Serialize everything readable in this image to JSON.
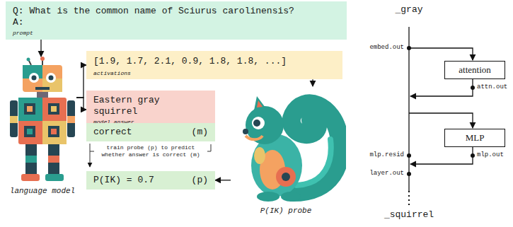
{
  "diagram": {
    "nodes": [
      {
        "text": [
          "Q: What is the common name of Sciurus carolinensis?",
          "A:",
          "prompt"
        ]
      },
      {
        "text": [
          "language model"
        ]
      },
      {
        "text": [
          "[1.9, 1.7, 2.1, 0.9, 1.8, 1.8, ...]",
          "activations"
        ]
      },
      {
        "text": [
          "Eastern gray squirrel",
          "model answer"
        ]
      },
      {
        "text": [
          "correct",
          "(m)"
        ]
      },
      {
        "text": [
          "P(IK) = 0.7",
          "(p)"
        ]
      },
      {
        "text": [
          "P(IK) probe"
        ]
      },
      {
        "text": [
          "attention"
        ]
      },
      {
        "text": [
          "MLP"
        ]
      }
    ],
    "edges": [
      {
        "from": 0,
        "to": 1,
        "arrow": "to"
      },
      {
        "from": 1,
        "to": 2,
        "arrow": "to"
      },
      {
        "from": 1,
        "to": 3,
        "arrow": "to"
      },
      {
        "from": 2,
        "to": 6,
        "arrow": "to"
      },
      {
        "from": 6,
        "to": 5,
        "arrow": "to"
      }
    ],
    "labels": [
      "train probe (p) to predict whether answer is correct (m)",
      "_gray",
      "embed.out",
      "attn.out",
      "mlp.resid",
      "mlp.out",
      "layer.out",
      "_squirrel"
    ]
  }
}
